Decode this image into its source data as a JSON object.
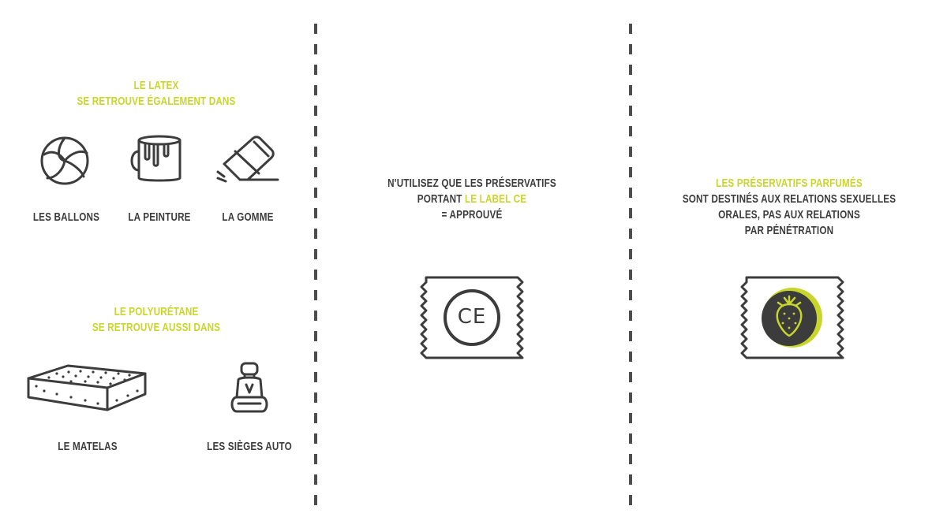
{
  "colors": {
    "accent": "#c8d62b",
    "dark": "#3c3c3c"
  },
  "left": {
    "latex": {
      "heading_line1": "LE LATEX",
      "heading_line2": "SE RETROUVE ÉGALEMENT DANS",
      "items": [
        {
          "icon": "ball-icon",
          "label": "LES BALLONS"
        },
        {
          "icon": "paint-can-icon",
          "label": "LA PEINTURE"
        },
        {
          "icon": "eraser-icon",
          "label": "LA GOMME"
        }
      ]
    },
    "polyurethane": {
      "heading_line1": "LE POLYURÉTANE",
      "heading_line2": "SE RETROUVE AUSSI DANS",
      "items": [
        {
          "icon": "mattress-icon",
          "label": "LE MATELAS"
        },
        {
          "icon": "car-seat-icon",
          "label": "LES SIÈGES AUTO"
        }
      ]
    }
  },
  "middle": {
    "line1": "N'UTILISEZ QUE LES PRÉSERVATIFS",
    "line2_prefix": "PORTANT ",
    "line2_highlight": "LE LABEL CE",
    "line3": "= APPROUVÉ",
    "badge_text": "CE"
  },
  "right": {
    "line1": "LES PRÉSERVATIFS PARFUMÉS",
    "line2": "SONT DESTINÉS AUX RELATIONS SEXUELLES",
    "line3": "ORALES, PAS AUX RELATIONS",
    "line4": "PAR PÉNÉTRATION"
  }
}
